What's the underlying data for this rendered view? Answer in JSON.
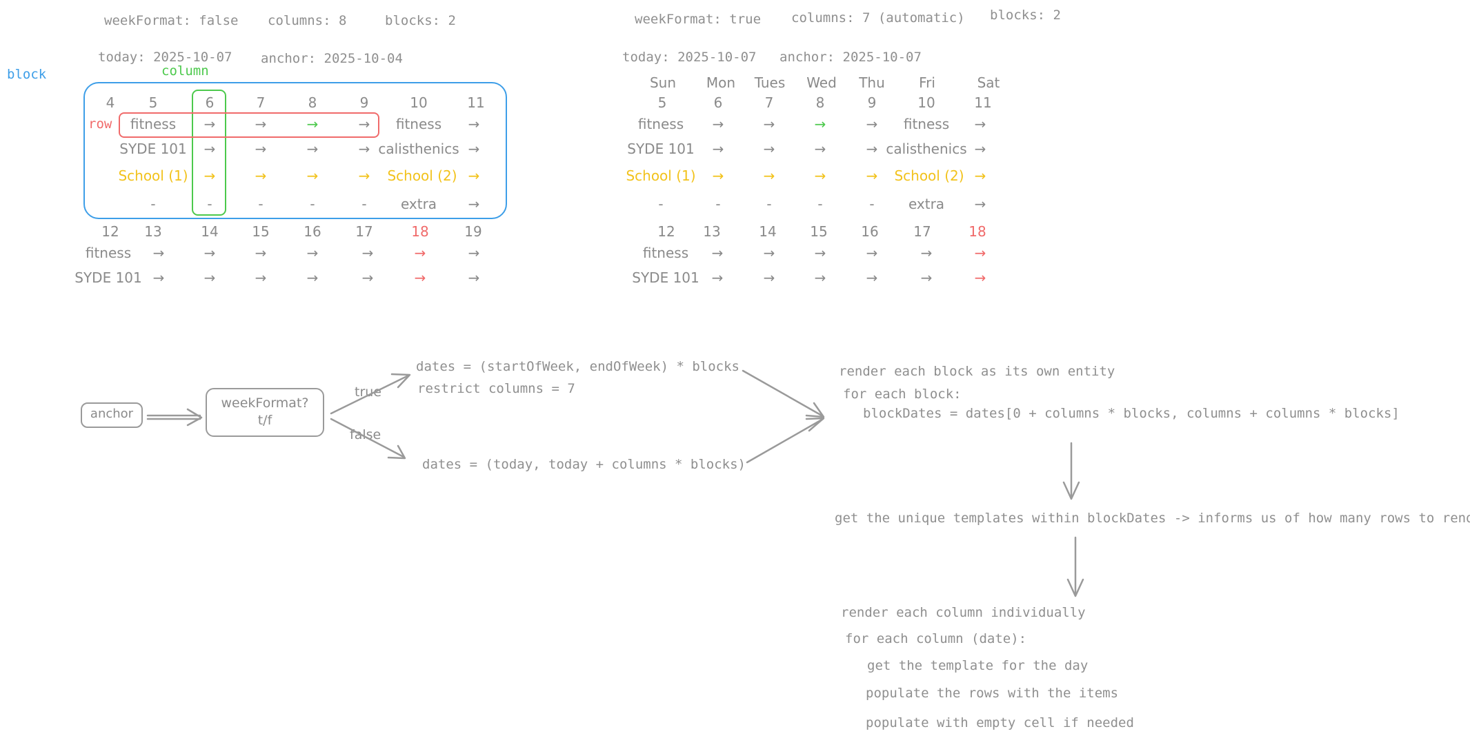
{
  "left": {
    "meta": {
      "weekFormat": "weekFormat: false",
      "columns": "columns: 8",
      "blocks": "blocks: 2",
      "today": "today: 2025-10-07",
      "anchor": "anchor: 2025-10-04"
    },
    "labels": {
      "block": "block",
      "column": "column",
      "row": "row"
    },
    "block1": {
      "dates": [
        "4",
        "5",
        "6",
        "7",
        "8",
        "9",
        "10",
        "11"
      ],
      "rows": [
        [
          "",
          "fitness",
          "→",
          "→",
          "→",
          "→",
          "fitness",
          "→"
        ],
        [
          "",
          "SYDE 101",
          "→",
          "→",
          "→",
          "→",
          "calisthenics",
          "→"
        ],
        [
          "",
          "School (1)",
          "→",
          "→",
          "→",
          "→",
          "School (2)",
          "→"
        ],
        [
          "",
          "-",
          "-",
          "-",
          "-",
          "-",
          "extra",
          "→"
        ]
      ]
    },
    "block2": {
      "dates": [
        "12",
        "13",
        "14",
        "15",
        "16",
        "17",
        "18",
        "19"
      ],
      "rows": [
        [
          "fitness",
          "→",
          "→",
          "→",
          "→",
          "→",
          "→",
          "→"
        ],
        [
          "SYDE 101",
          "→",
          "→",
          "→",
          "→",
          "→",
          "→",
          "→"
        ]
      ]
    }
  },
  "right": {
    "meta": {
      "weekFormat": "weekFormat: true",
      "columns": "columns: 7 (automatic)",
      "blocks": "blocks: 2",
      "today": "today: 2025-10-07",
      "anchor": "anchor: 2025-10-07"
    },
    "weekdays": [
      "Sun",
      "Mon",
      "Tues",
      "Wed",
      "Thu",
      "Fri",
      "Sat"
    ],
    "block1": {
      "dates": [
        "5",
        "6",
        "7",
        "8",
        "9",
        "10",
        "11"
      ],
      "rows": [
        [
          "fitness",
          "→",
          "→",
          "→",
          "→",
          "fitness",
          "→"
        ],
        [
          "SYDE 101",
          "→",
          "→",
          "→",
          "→",
          "calisthenics",
          "→"
        ],
        [
          "School (1)",
          "→",
          "→",
          "→",
          "→",
          "School (2)",
          "→"
        ],
        [
          "-",
          "-",
          "-",
          "-",
          "-",
          "extra",
          "→"
        ]
      ]
    },
    "block2": {
      "dates": [
        "12",
        "13",
        "14",
        "15",
        "16",
        "17",
        "18"
      ],
      "rows": [
        [
          "fitness",
          "→",
          "→",
          "→",
          "→",
          "→",
          "→"
        ],
        [
          "SYDE 101",
          "→",
          "→",
          "→",
          "→",
          "→",
          "→"
        ]
      ]
    }
  },
  "flow": {
    "anchor": "anchor",
    "decision_line1": "weekFormat?",
    "decision_line2": "t/f",
    "true_label": "true",
    "false_label": "false",
    "true_line1": "dates = (startOfWeek, endOfWeek) * blocks",
    "true_line2": "restrict columns = 7",
    "false_line1": "dates = (today, today + columns * blocks)",
    "render_line1": "render each block as its own entity",
    "render_line2": "for each block:",
    "render_line3": "blockDates = dates[0 + columns * blocks, columns + columns * blocks]",
    "unique_line": "get the unique templates within blockDates -> informs us of how many rows to render",
    "col_line1": "render each column individually",
    "col_line2": "for each column (date):",
    "col_line3": "get the template for the day",
    "col_line4": "populate the rows with the items",
    "col_line5": "populate with empty cell if needed"
  },
  "colors": {
    "block": "#3d9ee8",
    "column": "#4cc94c",
    "row": "#f06a6a",
    "school": "#f2c21b",
    "text": "#8c8c8c"
  }
}
